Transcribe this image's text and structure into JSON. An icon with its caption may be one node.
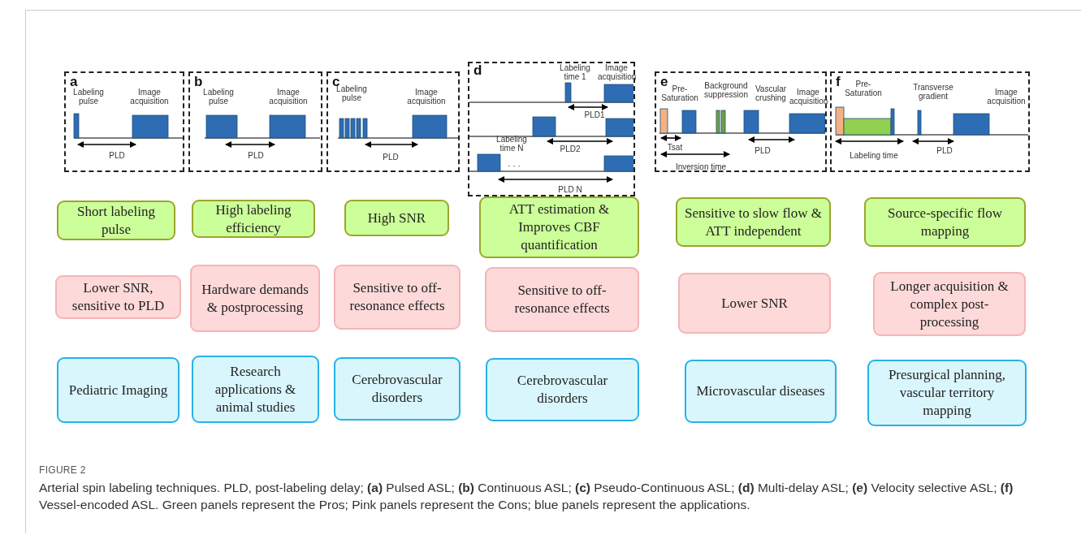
{
  "diagram": {
    "caption": "Arterial spin labeling techniques. PLD, post-labeling delay; **(a)** Pulsed ASL; **(b)** Continuous ASL; **(c)** Pseudo-Continuous ASL; **(d)** Multi-delay ASL; **(e)** Velocity selective ASL; **(f)** Vessel-encoded ASL. Green panels represent the Pros; Pink panels represent the Cons; blue panels represent the applications.",
    "nodes": [
      {
        "text": [
          "a",
          "Labeling pulse",
          "Image acquisition",
          "PLD"
        ]
      },
      {
        "text": [
          "b",
          "Labeling pulse",
          "Image acquisition",
          "PLD"
        ]
      },
      {
        "text": [
          "c",
          "Labeling pulse",
          "Image acquisition",
          "PLD"
        ]
      },
      {
        "text": [
          "d",
          "Labeling time 1",
          "Image acquisition",
          "PLD1",
          "PLD2",
          "Labeling time N",
          "· · ·",
          "PLD N"
        ]
      },
      {
        "text": [
          "e",
          "Pre-Saturation",
          "Background suppression",
          "Vascular crushing",
          "Image acquisition",
          "Tsat",
          "PLD",
          "Inversion time"
        ]
      },
      {
        "text": [
          "f",
          "Pre-Saturation",
          "Transverse gradient",
          "Image acquisition",
          "Labeling time",
          "PLD"
        ]
      },
      {
        "text": [
          "Short labeling pulse"
        ]
      },
      {
        "text": [
          "High labeling efficiency"
        ]
      },
      {
        "text": [
          "High SNR"
        ]
      },
      {
        "text": [
          "ATT estimation & Improves CBF quantification"
        ]
      },
      {
        "text": [
          "Sensitive to slow flow & ATT independent"
        ]
      },
      {
        "text": [
          "Source-specific flow mapping"
        ]
      },
      {
        "text": [
          "Lower SNR, sensitive to PLD"
        ]
      },
      {
        "text": [
          "Hardware demands & postprocessing"
        ]
      },
      {
        "text": [
          "Sensitive to off-resonance effects"
        ]
      },
      {
        "text": [
          "Sensitive to off-resonance effects"
        ]
      },
      {
        "text": [
          "Lower SNR"
        ]
      },
      {
        "text": [
          "Longer acquisition & complex post-processing"
        ]
      },
      {
        "text": [
          "Pediatric Imaging"
        ]
      },
      {
        "text": [
          "Research applications & animal studies"
        ]
      },
      {
        "text": [
          "Cerebrovascular disorders"
        ]
      },
      {
        "text": [
          "Cerebrovascular disorders"
        ]
      },
      {
        "text": [
          "Microvascular diseases"
        ]
      },
      {
        "text": [
          "Presurgical planning, vascular territory mapping"
        ]
      }
    ],
    "edges": [],
    "labels": [
      "FIGURE 2"
    ]
  }
}
